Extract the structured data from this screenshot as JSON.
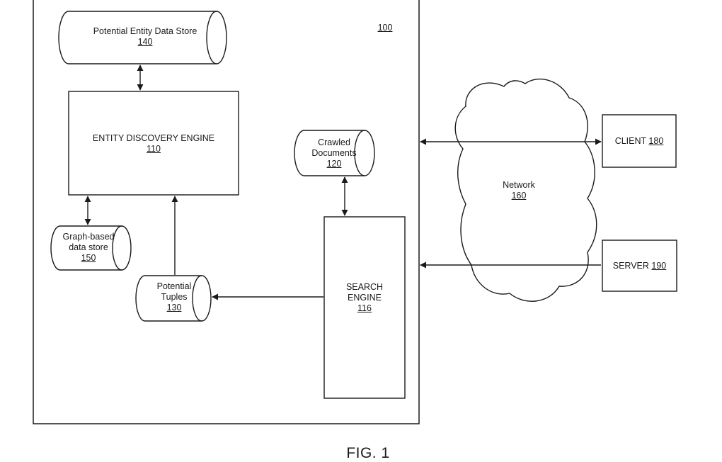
{
  "figure_number": "100",
  "caption": "FIG. 1",
  "components": {
    "potential_entity_store": {
      "label": "Potential Entity Data Store",
      "number": "140"
    },
    "entity_discovery_engine": {
      "label": "ENTITY DISCOVERY ENGINE",
      "number": "110"
    },
    "graph_store": {
      "line1": "Graph-based",
      "line2": "data store",
      "number": "150"
    },
    "potential_tuples": {
      "line1": "Potential",
      "line2": "Tuples",
      "number": "130"
    },
    "crawled_documents": {
      "line1": "Crawled",
      "line2": "Documents",
      "number": "120"
    },
    "search_engine": {
      "line1": "SEARCH",
      "line2": "ENGINE",
      "number": "116"
    },
    "network": {
      "label": "Network",
      "number": "160"
    },
    "client": {
      "label": "CLIENT",
      "number": "180"
    },
    "server": {
      "label": "SERVER",
      "number": "190"
    }
  },
  "colors": {
    "stroke": "#1a1a1a",
    "background": "#ffffff"
  }
}
